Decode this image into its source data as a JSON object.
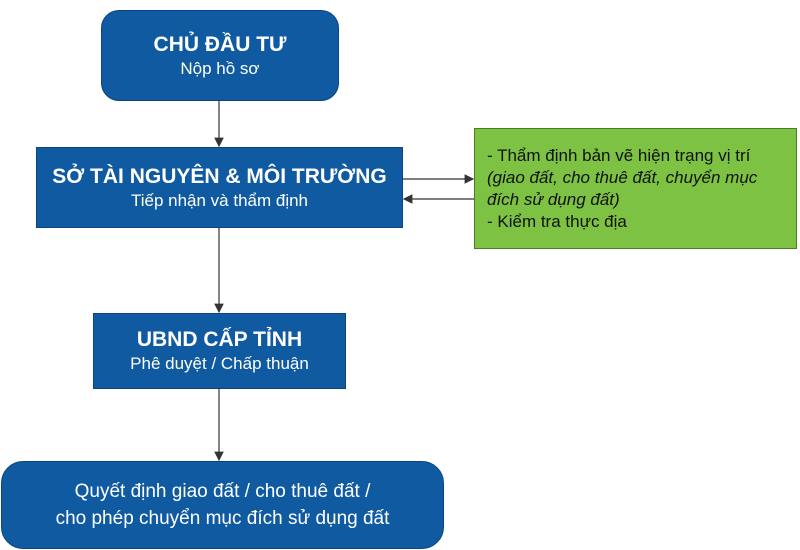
{
  "diagram": {
    "type": "flowchart",
    "colors": {
      "primary_box": "#0f5aa1",
      "side_box": "#7dc242",
      "box_text": "#ffffff",
      "side_text": "#111111",
      "arrow": "#333333"
    },
    "nodes": {
      "investor": {
        "title": "CHỦ ĐẦU TƯ",
        "subtitle": "Nộp hồ sơ"
      },
      "department": {
        "title": "SỞ TÀI NGUYÊN & MÔI TRƯỜNG",
        "subtitle": "Tiếp nhận và thẩm định"
      },
      "ubnd": {
        "title": "UBND CẤP TỈNH",
        "subtitle": "Phê duyệt / Chấp thuận"
      },
      "decision": {
        "line1": "Quyết định giao đất / cho thuê đất /",
        "line2": "cho phép chuyển mục đích sử dụng đất"
      },
      "side": {
        "line1": "- Thẩm định bản vẽ hiện trạng vị trí",
        "line2": "(giao đất, cho thuê đất, chuyển mục",
        "line3": "đích sử dụng đất)",
        "line4": "- Kiểm tra thực địa"
      }
    },
    "edges": [
      {
        "from": "investor",
        "to": "department"
      },
      {
        "from": "department",
        "to": "side"
      },
      {
        "from": "side",
        "to": "department"
      },
      {
        "from": "department",
        "to": "ubnd"
      },
      {
        "from": "ubnd",
        "to": "decision"
      }
    ]
  }
}
